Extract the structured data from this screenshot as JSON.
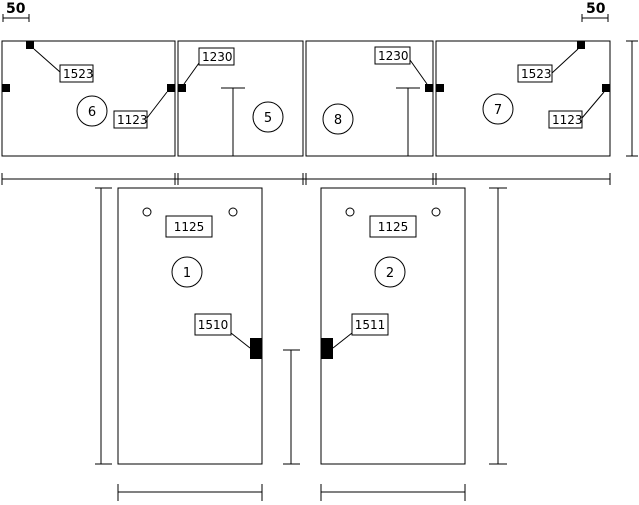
{
  "dimensions": {
    "top_left": "50",
    "top_right": "50"
  },
  "panels": [
    {
      "id": "6",
      "tags": [
        "1523",
        "1123"
      ]
    },
    {
      "id": "5",
      "tags": [
        "1230"
      ]
    },
    {
      "id": "8",
      "tags": [
        "1230"
      ]
    },
    {
      "id": "7",
      "tags": [
        "1523",
        "1123"
      ]
    },
    {
      "id": "1",
      "tags": [
        "1125",
        "1510"
      ]
    },
    {
      "id": "2",
      "tags": [
        "1125",
        "1511"
      ]
    }
  ],
  "colors": {
    "line": "#000000",
    "background": "#ffffff"
  }
}
